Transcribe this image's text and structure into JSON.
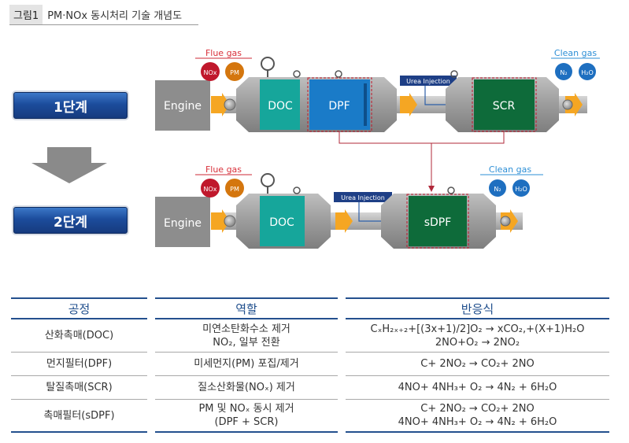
{
  "caption": {
    "label": "그림1",
    "text": "PM·NOx 동시처리 기술 개념도"
  },
  "colors": {
    "navy": "#1c4c9c",
    "doc": "#16a69b",
    "dpf": "#1a7bc8",
    "scr": "#0e6b3a",
    "arrow": "#f5a623",
    "nox": "#c0182c",
    "pm": "#d4760e",
    "clean": "#1e6fc0",
    "label_red": "#d9303a",
    "label_blue": "#2d8fd6"
  },
  "stages": [
    {
      "label": "1단계",
      "engine": "Engine",
      "flue_label": "Flue gas",
      "flue_badges": [
        "NOx",
        "PM"
      ],
      "units": [
        "DOC",
        "DPF",
        "SCR"
      ],
      "urea": "Urea Injection",
      "clean_label": "Clean gas",
      "clean_badges": [
        "N₂",
        "H₂O"
      ]
    },
    {
      "label": "2단계",
      "engine": "Engine",
      "flue_label": "Flue gas",
      "flue_badges": [
        "NOx",
        "PM"
      ],
      "units": [
        "DOC",
        "sDPF"
      ],
      "urea": "Urea Injection",
      "clean_label": "Clean gas",
      "clean_badges": [
        "N₂",
        "H₂O"
      ]
    }
  ],
  "table": {
    "headers": [
      "공정",
      "역할",
      "반응식"
    ],
    "rows": [
      {
        "process": "산화촉매(DOC)",
        "role": [
          "미연소탄화수소 제거",
          "NO₂, 일부 전환"
        ],
        "reaction": [
          "CₓH₂ₓ₊₂+[(3x+1)/2]O₂ → xCO₂,+(X+1)H₂O",
          "2NO+O₂ → 2NO₂"
        ]
      },
      {
        "process": "먼지필터(DPF)",
        "role": [
          "미세먼지(PM) 포집/제거"
        ],
        "reaction": [
          "C+ 2NO₂ → CO₂+ 2NO"
        ]
      },
      {
        "process": "탈질촉매(SCR)",
        "role": [
          "질소산화물(NOₓ) 제거"
        ],
        "reaction": [
          "4NO+ 4NH₃+ O₂ → 4N₂ + 6H₂O"
        ]
      },
      {
        "process": "촉매필터(sDPF)",
        "role": [
          "PM 및 NOₓ 동시 제거",
          "(DPF + SCR)"
        ],
        "reaction": [
          "C+ 2NO₂ → CO₂+ 2NO",
          "4NO+ 4NH₃+ O₂ → 4N₂ + 6H₂O"
        ]
      }
    ]
  }
}
